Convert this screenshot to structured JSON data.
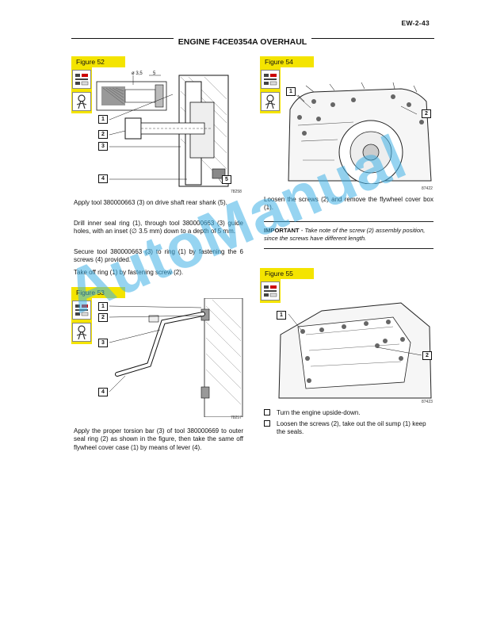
{
  "header": {
    "page_id": "EW-2-43",
    "section_title": "ENGINE F4CE0354A OVERHAUL"
  },
  "figures": {
    "fig52": {
      "label": "Figure 52",
      "code": "78258",
      "callouts": [
        "1",
        "2",
        "3",
        "4",
        "5"
      ],
      "dim_a": "ø 3,5",
      "dim_b": "5"
    },
    "fig53": {
      "label": "Figure 53",
      "code": "78257",
      "callouts": [
        "1",
        "2",
        "3",
        "4"
      ]
    },
    "fig54": {
      "label": "Figure 54",
      "code": "87422",
      "callouts": [
        "1",
        "2"
      ]
    },
    "fig55": {
      "label": "Figure 55",
      "code": "87423",
      "callouts": [
        "1",
        "2"
      ]
    }
  },
  "left_col": {
    "p1": "Apply tool 380000663 (3) on drive shaft rear shank (5).",
    "p2": "Drill inner seal ring (1), through tool 380000663 (3) guide holes, with an inset (∅ 3.5 mm) down to a depth of 5 mm.",
    "p3": "Secure tool 380000663 (3) to ring (1) by fastening the 6 screws (4) provided.",
    "p4": "Take off ring (1) by fastening screw (2).",
    "p5": "Apply the proper torsion bar (3) of tool 380000669 to outer seal ring (2) as shown in the figure, then take the same off flywheel cover case (1) by means of lever (4)."
  },
  "right_col": {
    "p1": "Loosen the screws (2) and remove the flywheel cover box (1).",
    "important_label": "IMPORTANT",
    "important_text": " - Take note of the screw (2) assembly position, since the screws have different length.",
    "checklist": [
      "Turn the engine upside-down.",
      "Loosen the screws (2), take out the oil sump (1) keep the seals."
    ]
  },
  "watermark": "AutoManual",
  "icons": [
    "remove-install-icon",
    "hand-tool-icon"
  ]
}
